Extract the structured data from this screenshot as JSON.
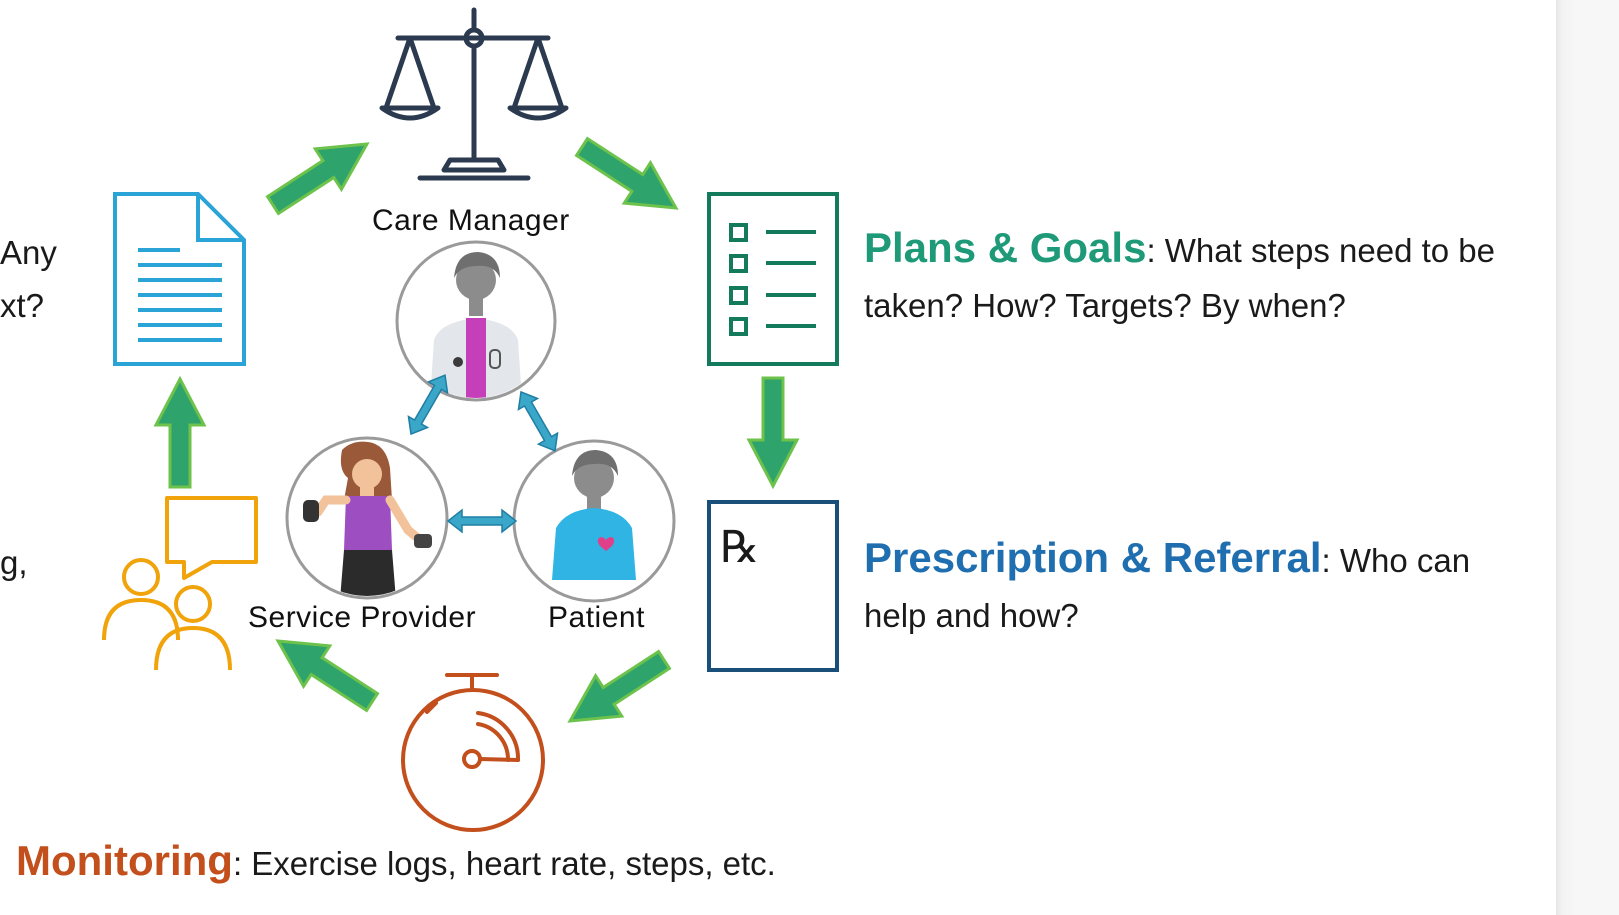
{
  "roles": {
    "care_manager": "Care Manager",
    "service_provider": "Service Provider",
    "patient": "Patient"
  },
  "left_edge_text": {
    "line1": "Any",
    "line2": "xt?",
    "line3": "g,"
  },
  "plans": {
    "title": "Plans & Goals",
    "text": ": What steps need to be taken? How? Targets? By when?"
  },
  "prescription": {
    "title": "Prescription & Referral",
    "text": ": Who can help and how?"
  },
  "monitoring": {
    "title": "Monitoring",
    "text": ": Exercise logs, heart rate, steps, etc."
  },
  "prescription_symbol": "℞",
  "colors": {
    "arrow_green": "#2fa36c",
    "arrow_outline": "#6cc24a",
    "double_arrow": "#3aa6c8",
    "plans_green": "#1e9a78",
    "document_blue": "#2aa3d6",
    "prescription_navy": "#1a4f7a",
    "scale_navy": "#2b3a4f",
    "consult_orange": "#f0a30a",
    "timer_orange": "#c24f1c"
  },
  "icons": [
    "scales-icon",
    "document-icon",
    "checklist-icon",
    "prescription-icon",
    "stopwatch-icon",
    "consultation-icon",
    "doctor-avatar",
    "trainer-avatar",
    "patient-avatar"
  ]
}
